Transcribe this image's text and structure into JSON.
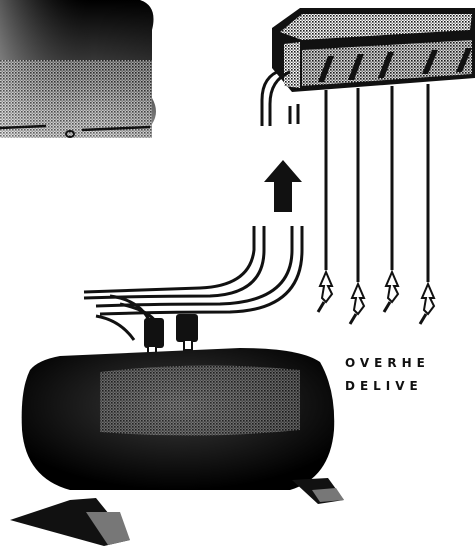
{
  "caption": {
    "line1": "OVERHE",
    "line2": "DELIVE"
  },
  "colors": {
    "ink": "#111111",
    "paper": "#ffffff",
    "screen": "#8a8a8a"
  },
  "icons": [
    "overhead-tank",
    "air-receiver-tank",
    "flow-arrow",
    "grease-gun-nozzle"
  ],
  "nozzle_count": 4
}
